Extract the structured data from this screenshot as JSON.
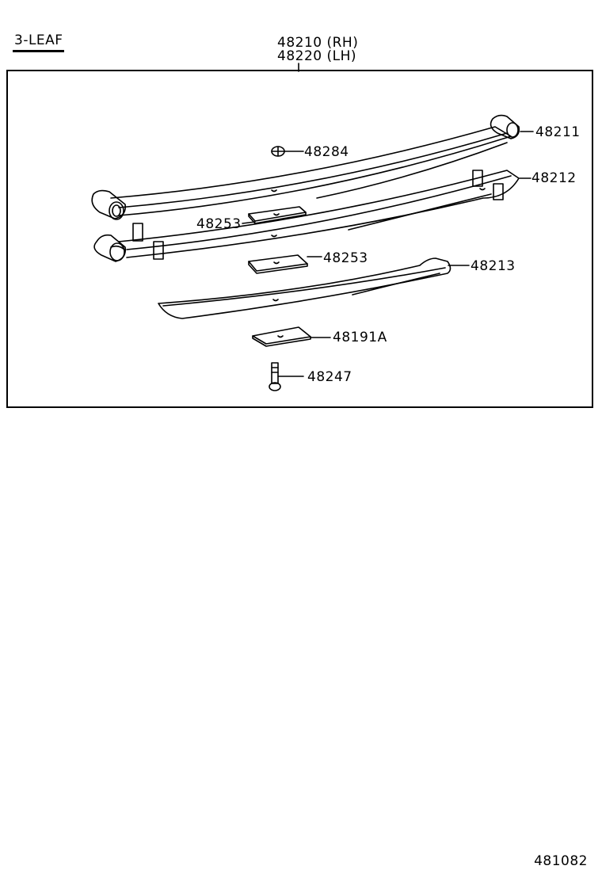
{
  "header": {
    "variant_label": "3-LEAF",
    "assembly_numbers": [
      "48210 (RH)",
      "48220 (LH)"
    ]
  },
  "parts": [
    {
      "number": "48211",
      "description": "leaf-spring-no1"
    },
    {
      "number": "48212",
      "description": "leaf-spring-no2"
    },
    {
      "number": "48213",
      "description": "leaf-spring-no3"
    },
    {
      "number": "48284",
      "description": "nut"
    },
    {
      "number": "48253",
      "description": "liner-upper"
    },
    {
      "number": "48253",
      "description": "liner-lower"
    },
    {
      "number": "48191A",
      "description": "spacer-plate"
    },
    {
      "number": "48247",
      "description": "center-bolt"
    }
  ],
  "labels": {
    "p48211": "48211",
    "p48212": "48212",
    "p48213": "48213",
    "p48284": "48284",
    "p48253a": "48253",
    "p48253b": "48253",
    "p48191a": "48191A",
    "p48247": "48247"
  },
  "footer": {
    "diagram_code": "481082"
  },
  "colors": {
    "line": "#000000",
    "background": "#ffffff"
  }
}
